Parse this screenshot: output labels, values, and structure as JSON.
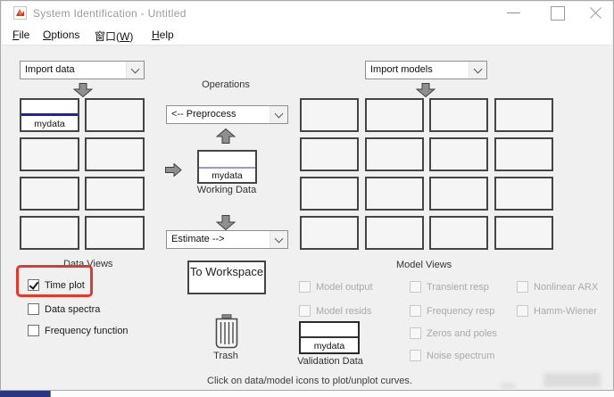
{
  "window": {
    "title": "System Identification - Untitled"
  },
  "menu": {
    "items": [
      {
        "pre": "",
        "accel": "F",
        "post": "ile"
      },
      {
        "pre": "",
        "accel": "O",
        "post": "ptions"
      },
      {
        "pre": "窗口(",
        "accel": "W",
        "post": ")"
      },
      {
        "pre": "",
        "accel": "H",
        "post": "elp"
      }
    ]
  },
  "left": {
    "import_dropdown": "Import data",
    "data_icon": {
      "label": "mydata"
    },
    "views": {
      "title": "Data Views",
      "items": [
        {
          "label": "Time plot",
          "checked": true
        },
        {
          "label": "Data spectra",
          "checked": false
        },
        {
          "label": "Frequency function",
          "checked": false
        }
      ]
    }
  },
  "center": {
    "operations_label": "Operations",
    "preprocess_dropdown": "<-- Preprocess",
    "working_data": {
      "name": "mydata",
      "label": "Working Data"
    },
    "estimate_dropdown": "Estimate -->",
    "to_workspace_label": "To Workspace",
    "trash_label": "Trash",
    "status": "Click on data/model icons to plot/unplot curves."
  },
  "right": {
    "import_models_dropdown": "Import models",
    "views": {
      "title": "Model Views",
      "columns": [
        [
          "Model output",
          "Model resids"
        ],
        [
          "Transient resp",
          "Frequency resp",
          "Zeros and poles",
          "Noise spectrum"
        ],
        [
          "Nonlinear ARX",
          "Hamm-Wiener"
        ]
      ]
    },
    "validation_data": {
      "name": "mydata",
      "label": "Validation Data"
    }
  },
  "colors": {
    "data_line": "#1f1fb4",
    "working_line": "#9a9ad8",
    "validation_line": "#333333",
    "annotation_red": "#e03a2e",
    "background": "#f0f0f0"
  }
}
